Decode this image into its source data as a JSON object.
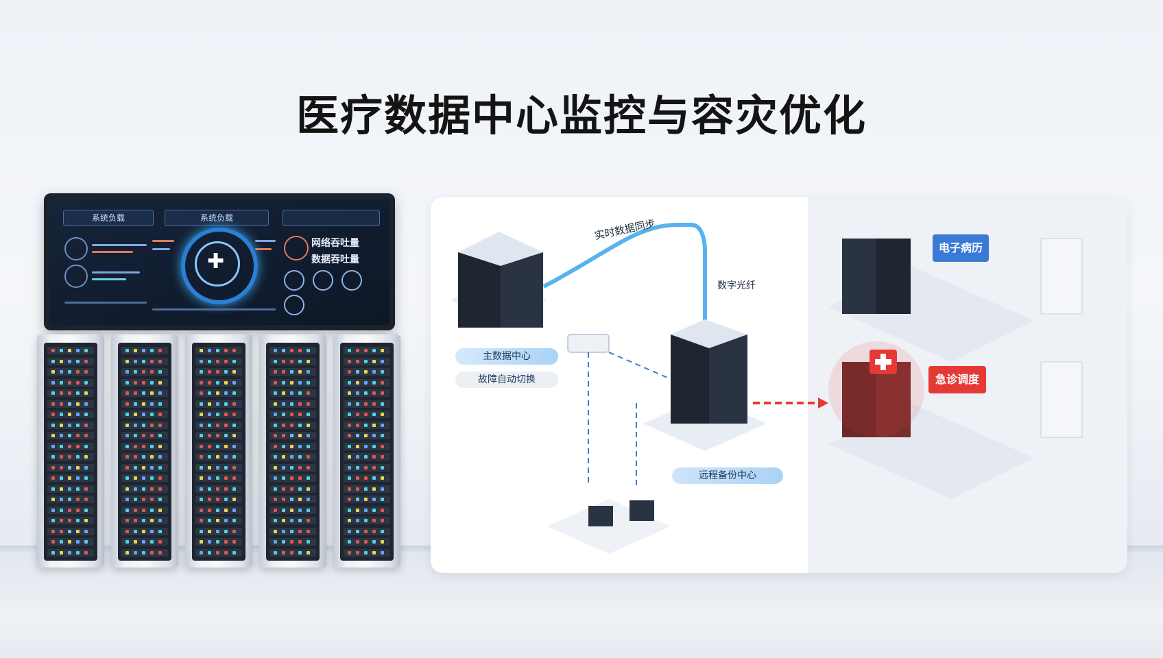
{
  "page": {
    "title": "医疗数据中心监控与容灾优化"
  },
  "dashboard": {
    "panel_left_title": "系统负载",
    "panel_center_title": "系统负载",
    "metric_network": "网络吞吐量",
    "metric_data": "数据吞吐量"
  },
  "diagram": {
    "sync_label": "实时数据同步",
    "fiber_label": "数字光纤",
    "primary_label": "主数据中心",
    "failover_label": "故障自动切换",
    "backup_label": "远程备份中心",
    "emr_label": "电子病历",
    "emergency_label": "急诊调度"
  },
  "colors": {
    "accent_blue": "#3aa6e8",
    "alert_red": "#e53935",
    "dark_screen": "#0d1726"
  }
}
